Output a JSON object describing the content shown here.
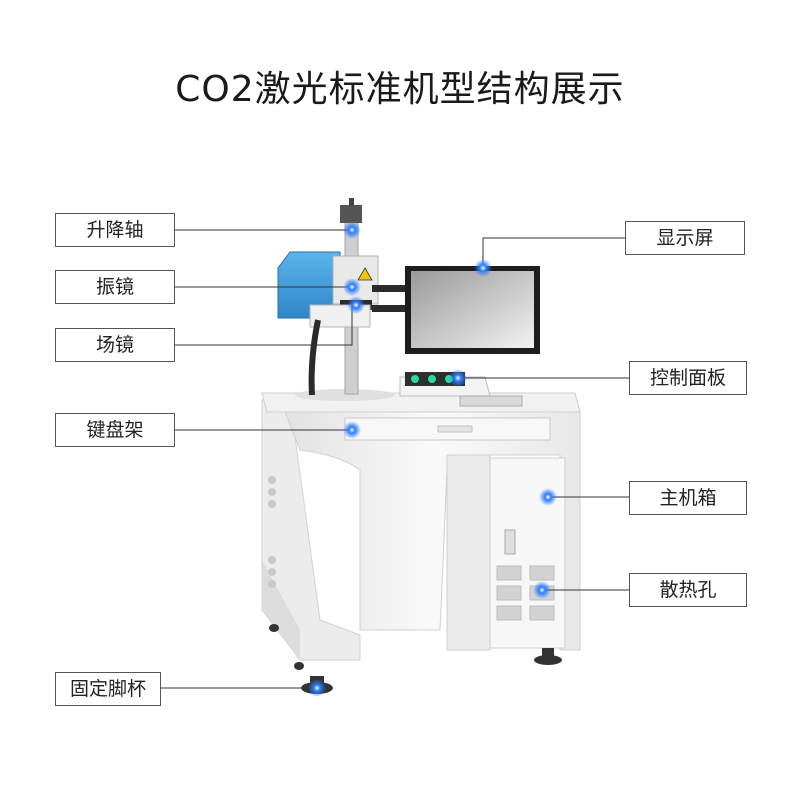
{
  "title": "CO2激光标准机型结构展示",
  "labels": {
    "lift_axis": "升降轴",
    "galvo": "振镜",
    "field_lens": "场镜",
    "keyboard_tray": "键盘架",
    "fixed_foot_cup": "固定脚杯",
    "display": "显示屏",
    "control_panel": "控制面板",
    "main_cabinet": "主机箱",
    "vent_holes": "散热孔"
  },
  "colors": {
    "marker": "#2a7cff",
    "laser_head": "#4aa3df",
    "cabinet": "#f4f4f4",
    "leader_line": "#333333"
  }
}
